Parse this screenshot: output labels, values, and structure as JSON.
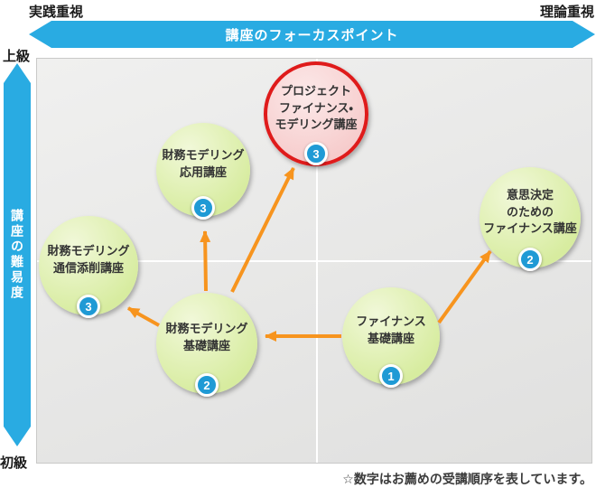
{
  "header": {
    "practice_label": "実践重視",
    "theory_label": "理論重視",
    "banner_label": "講座のフォーカスポイント"
  },
  "difficulty_axis": {
    "top_label": "上級",
    "bottom_label": "初級",
    "axis_title": "講座の難易度"
  },
  "courses": [
    {
      "id": "project-finance-modeling",
      "lines": [
        "プロジェクト",
        "ファイナンス・",
        "モデリング講座"
      ],
      "order": "3",
      "highlighted": true
    },
    {
      "id": "financial-modeling-advanced",
      "lines": [
        "財務モデリング",
        "応用講座"
      ],
      "order": "3",
      "highlighted": false
    },
    {
      "id": "decision-making-finance",
      "lines": [
        "意思決定",
        "のための",
        "ファイナンス講座"
      ],
      "order": "2",
      "highlighted": false
    },
    {
      "id": "financial-modeling-correspondence",
      "lines": [
        "財務モデリング",
        "通信添削講座"
      ],
      "order": "3",
      "highlighted": false
    },
    {
      "id": "financial-modeling-basic",
      "lines": [
        "財務モデリング",
        "基礎講座"
      ],
      "order": "2",
      "highlighted": false
    },
    {
      "id": "finance-basic",
      "lines": [
        "ファイナンス",
        "基礎講座"
      ],
      "order": "1",
      "highlighted": false
    }
  ],
  "footnote": "☆数字はお薦めの受講順序を表しています。",
  "colors": {
    "axis_blue": "#29abe2",
    "badge_blue": "#1f9ad5",
    "arrow_orange": "#f7941e",
    "bubble_green": "#d7ec9f",
    "highlight_fill": "#f6caca",
    "highlight_border": "#df1b1b",
    "plot_background": "#e8e8e7"
  }
}
